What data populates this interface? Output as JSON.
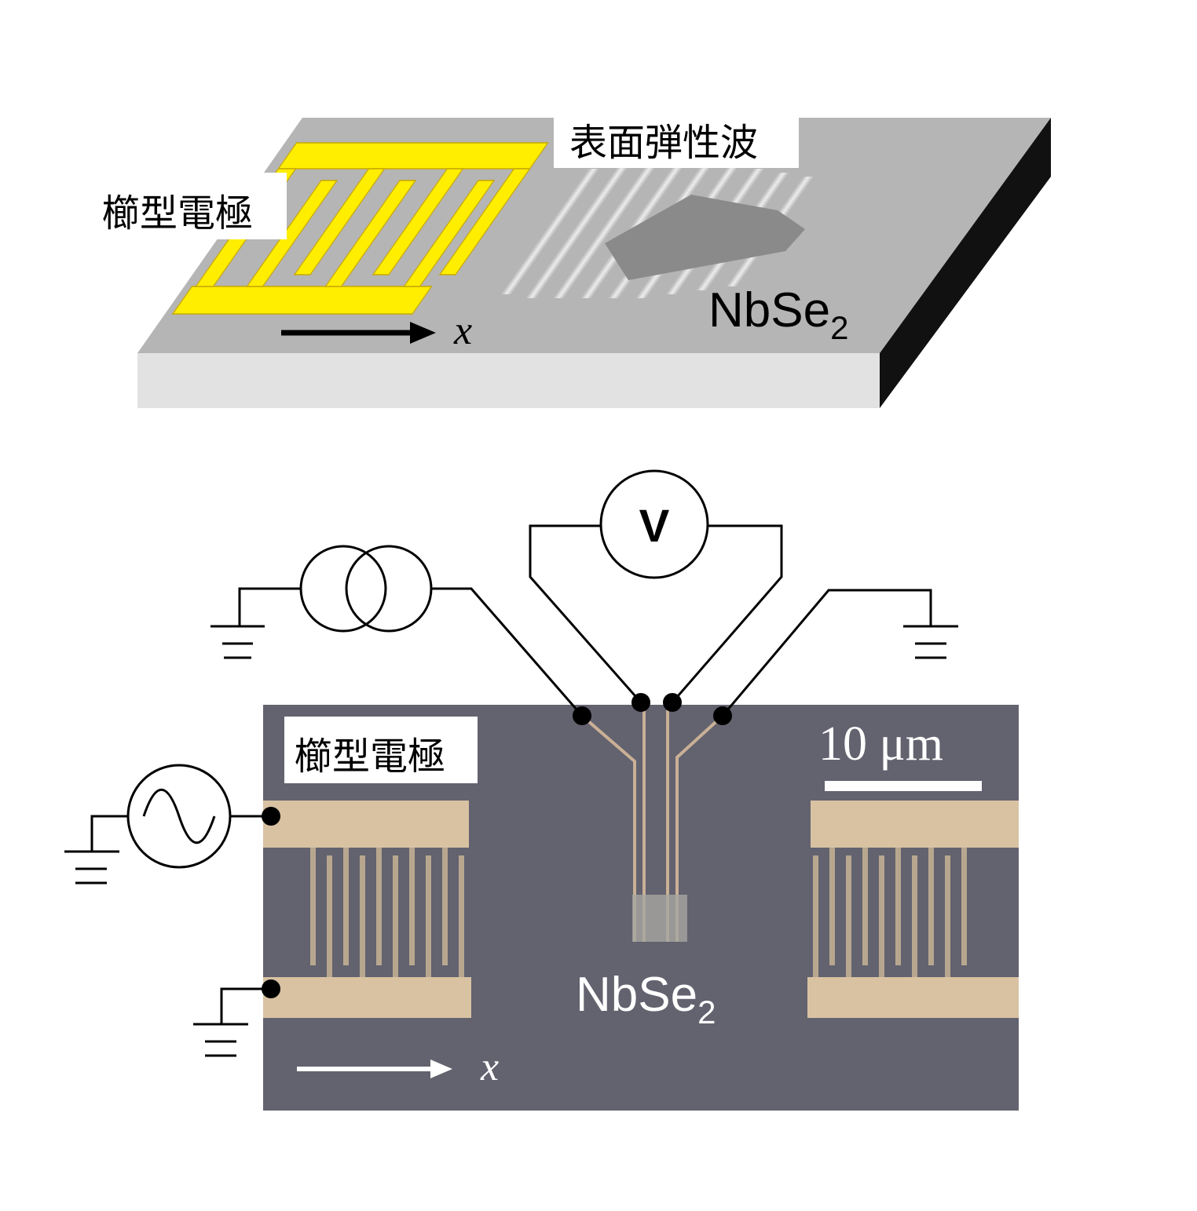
{
  "top_panel": {
    "idt_label": "櫛型電極",
    "saw_label": "表面弾性波",
    "material_label": "NbSe",
    "material_subscript": "2",
    "axis_label": "x"
  },
  "bottom_panel": {
    "idt_label": "櫛型電極",
    "material_label": "NbSe",
    "material_subscript": "2",
    "axis_label": "x",
    "scale_bar_label": "10 μm",
    "voltmeter_symbol": "V"
  },
  "colors": {
    "substrate_top": "#b5b5b5",
    "substrate_front": "#e2e2e2",
    "electrode_yellow": "#ffee00",
    "photo_background": "#63626f",
    "electrode_gold": "#d8c2a2"
  }
}
